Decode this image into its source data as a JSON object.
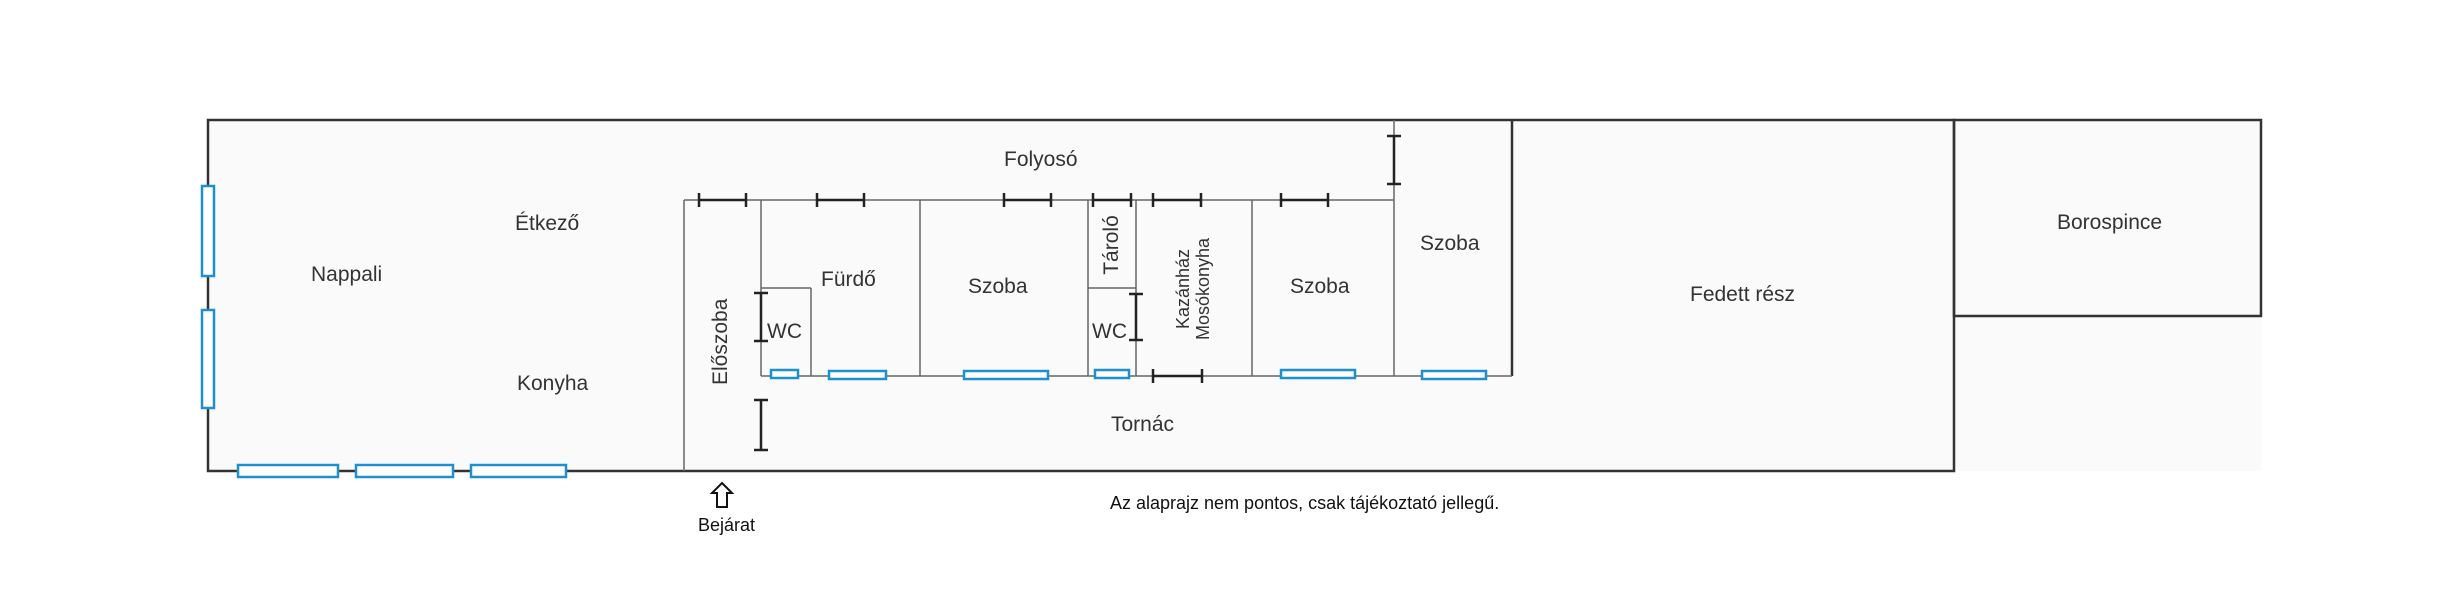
{
  "rooms": {
    "folyoso": "Folyosó",
    "etkezo": "Étkező",
    "nappali": "Nappali",
    "konyha": "Konyha",
    "eloszoba": "Előszoba",
    "furdo": "Fürdő",
    "wc1": "WC",
    "szoba1": "Szoba",
    "tarolo": "Tároló",
    "wc2": "WC",
    "kazanhaz": "Kazánház",
    "mosokonyha": "Mosókonyha",
    "szoba2": "Szoba",
    "szoba3": "Szoba",
    "fedett": "Fedett rész",
    "borospince": "Borospince",
    "tornac": "Tornác"
  },
  "entrance_label": "Bejárat",
  "disclaimer": "Az alaprajz nem pontos, csak tájékoztató jellegű.",
  "colors": {
    "wall": "#333333",
    "inner_wall": "#666666",
    "window": "#1e8fcf",
    "door": "#222222",
    "shade": "#fafafa"
  }
}
